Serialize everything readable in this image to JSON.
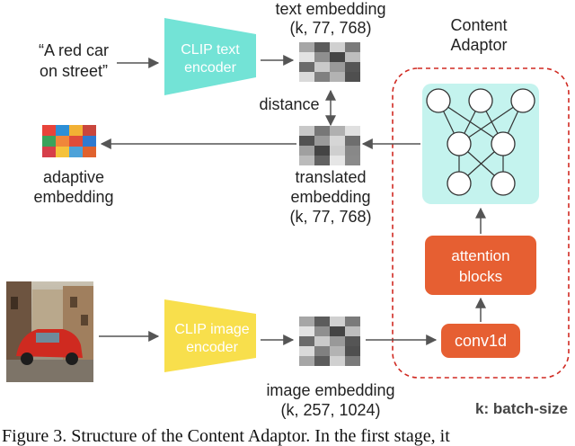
{
  "prompt_text": [
    "“A red car",
    "on street”"
  ],
  "clip_text_encoder": [
    "CLIP text",
    "encoder"
  ],
  "clip_image_encoder": [
    "CLIP image",
    "encoder"
  ],
  "text_embedding": {
    "title": "text embedding",
    "shape": "(k, 77, 768)"
  },
  "distance_label": "distance",
  "translated_embedding": {
    "title": [
      "translated",
      "embedding"
    ],
    "shape": "(k, 77, 768)"
  },
  "adaptive_embedding": [
    "adaptive",
    "embedding"
  ],
  "image_embedding": {
    "title": "image embedding",
    "shape": "(k, 257, 1024)"
  },
  "content_adaptor": {
    "title": [
      "Content",
      "Adaptor"
    ]
  },
  "attention_blocks": [
    "attention",
    "blocks"
  ],
  "conv1d": "conv1d",
  "batch_note": "k: batch-size",
  "caption": "Figure 3.  Structure of the Content Adaptor.  In the first stage, it",
  "colors": {
    "text_encoder": "#73e3d6",
    "image_encoder": "#f8df4c",
    "orange_block": "#e65f32",
    "mlp_panel": "#c4f3ee",
    "dashed_border": "#d02a22",
    "arrow": "#555555"
  },
  "icons": [
    "photo-red-car-icon",
    "neural-network-icon",
    "embedding-grid-icon"
  ]
}
